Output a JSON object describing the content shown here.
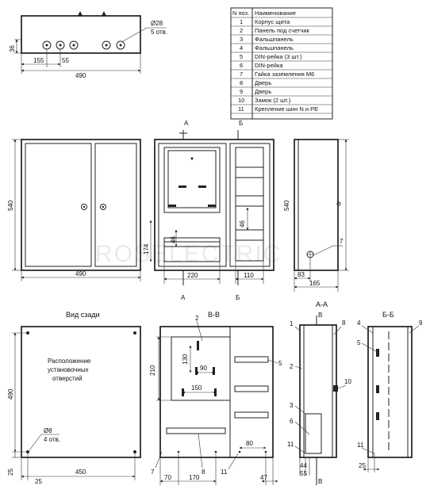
{
  "parts_table": {
    "header": [
      "N поз.",
      "Наименование"
    ],
    "rows": [
      [
        "1",
        "Корпус щита"
      ],
      [
        "2",
        "Панель под счетчик"
      ],
      [
        "3",
        "Фальшпанель"
      ],
      [
        "4",
        "Фальшпанель"
      ],
      [
        "5",
        "DIN-рейка (3 шт.)"
      ],
      [
        "6",
        "DIN-рейка"
      ],
      [
        "7",
        "Гайка заземления М6"
      ],
      [
        "8",
        "Дверь"
      ],
      [
        "9",
        "Дверь"
      ],
      [
        "10",
        "Замок (2 шт.)"
      ],
      [
        "11",
        "Крепление шин N и PE"
      ]
    ]
  },
  "top_view": {
    "hole_note_1": "Ø28",
    "hole_note_2": "5 отв.",
    "dim_height": "36",
    "dim_155": "155",
    "dim_55": "55",
    "dim_width": "490"
  },
  "front_view": {
    "dim_height": "540",
    "dim_width": "490"
  },
  "section_view": {
    "mark_a": "А",
    "mark_b": "Б",
    "dim_174": "174",
    "dim_46a": "46",
    "dim_46b": "46",
    "dim_220": "220",
    "dim_110": "110"
  },
  "side_view": {
    "dim_height": "540",
    "dim_83": "83",
    "dim_165": "165",
    "label_7": "7"
  },
  "rear_view": {
    "title": "Вид сзади",
    "caption_line1": "Расположение",
    "caption_line2": "установочных",
    "caption_line3": "отверстий",
    "dim_490": "490",
    "dim_25v": "25",
    "dim_25h": "25",
    "dim_450": "450",
    "hole_note_1": "Ø8",
    "hole_note_2": "4 отв."
  },
  "vv_view": {
    "title": "В-В",
    "dim_210": "210",
    "dim_130": "130",
    "dim_90": "90",
    "dim_150": "150",
    "dim_80": "80",
    "dim_70": "70",
    "dim_170": "170",
    "dim_47": "47",
    "label_2": "2",
    "label_5": "5",
    "label_7": "7",
    "label_8": "8",
    "label_11": "11"
  },
  "aa_view": {
    "title": "А-А",
    "mark_v_top": "В",
    "mark_v_bottom": "В",
    "label_1": "1",
    "label_2": "2",
    "label_3": "3",
    "label_6": "6",
    "label_8": "8",
    "label_10": "10",
    "label_11": "11",
    "dim_44": "44",
    "dim_55": "55"
  },
  "bb_view": {
    "title": "Б-Б",
    "label_4": "4",
    "label_5": "5",
    "label_9": "9",
    "label_11": "11",
    "dim_25": "25"
  },
  "watermark": "ROSELECTRIC"
}
